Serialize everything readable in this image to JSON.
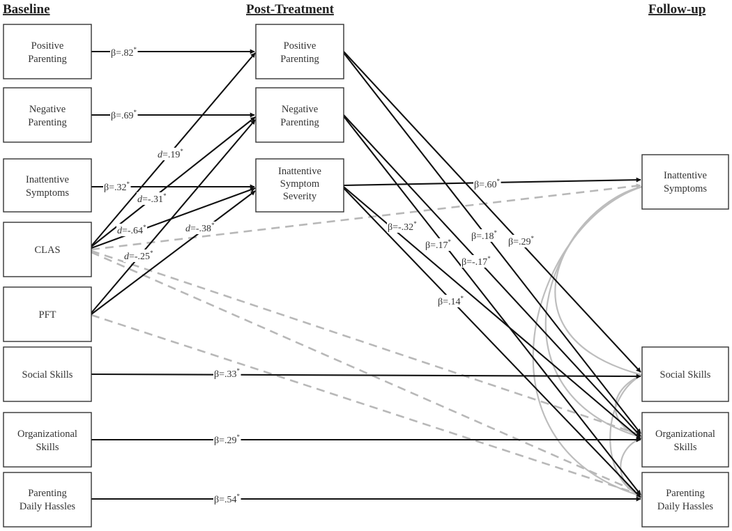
{
  "headers": {
    "baseline": "Baseline",
    "post_treatment": "Post-Treatment",
    "follow_up": "Follow-up"
  },
  "baseline": {
    "positive_parenting": [
      "Positive",
      "Parenting"
    ],
    "negative_parenting": [
      "Negative",
      "Parenting"
    ],
    "inattentive_symptoms": [
      "Inattentive",
      "Symptoms"
    ],
    "clas": [
      "CLAS"
    ],
    "pft": [
      "PFT"
    ],
    "social_skills": [
      "Social Skills"
    ],
    "organizational_skills": [
      "Organizational",
      "Skills"
    ],
    "parenting_daily_hassles": [
      "Parenting",
      "Daily Hassles"
    ]
  },
  "post_treatment": {
    "positive_parenting": [
      "Positive",
      "Parenting"
    ],
    "negative_parenting": [
      "Negative",
      "Parenting"
    ],
    "inattentive_symptom_severity": [
      "Inattentive",
      "Symptom",
      "Severity"
    ]
  },
  "follow_up": {
    "inattentive_symptoms": [
      "Inattentive",
      "Symptoms"
    ],
    "social_skills": [
      "Social Skills"
    ],
    "organizational_skills": [
      "Organizational",
      "Skills"
    ],
    "parenting_daily_hassles": [
      "Parenting",
      "Daily Hassles"
    ]
  },
  "path_labels": {
    "beta_positive": {
      "pre": "β=.82",
      "sup": "*"
    },
    "beta_negative": {
      "pre": "β=.69",
      "sup": "*"
    },
    "beta_inattentive": {
      "pre": "β=.32",
      "sup": "*"
    },
    "d_19": {
      "d": "d",
      "pre": "=.19",
      "sup": "*"
    },
    "d_31": {
      "d": "d",
      "pre": "=-.31",
      "sup": "*"
    },
    "d_64": {
      "d": "d",
      "pre": "=-.64",
      "sup": "*"
    },
    "d_25": {
      "d": "d",
      "pre": "=-.25",
      "sup": "*"
    },
    "d_38": {
      "d": "d",
      "pre": "=-.38",
      "sup": "*"
    },
    "beta_60": {
      "pre": "β=.60",
      "sup": "*"
    },
    "beta_m32": {
      "pre": "β=-.32",
      "sup": "*"
    },
    "beta_18": {
      "pre": "β=.18",
      "sup": "*"
    },
    "beta_29b": {
      "pre": "β=.29",
      "sup": "*"
    },
    "beta_17a": {
      "pre": "β=.17",
      "sup": "*"
    },
    "beta_m17": {
      "pre": "β=-.17",
      "sup": "*"
    },
    "beta_14": {
      "pre": "β=.14",
      "sup": "*"
    },
    "beta_social": {
      "pre": "β=.33",
      "sup": "*"
    },
    "beta_org": {
      "pre": "β=.29",
      "sup": "*"
    },
    "beta_hassles": {
      "pre": "β=.54",
      "sup": "*"
    }
  },
  "colors": {
    "solid_path": "#111111",
    "dashed_path": "#b8b8b8",
    "covariance": "#bdbdbd",
    "box_border": "#333333"
  }
}
